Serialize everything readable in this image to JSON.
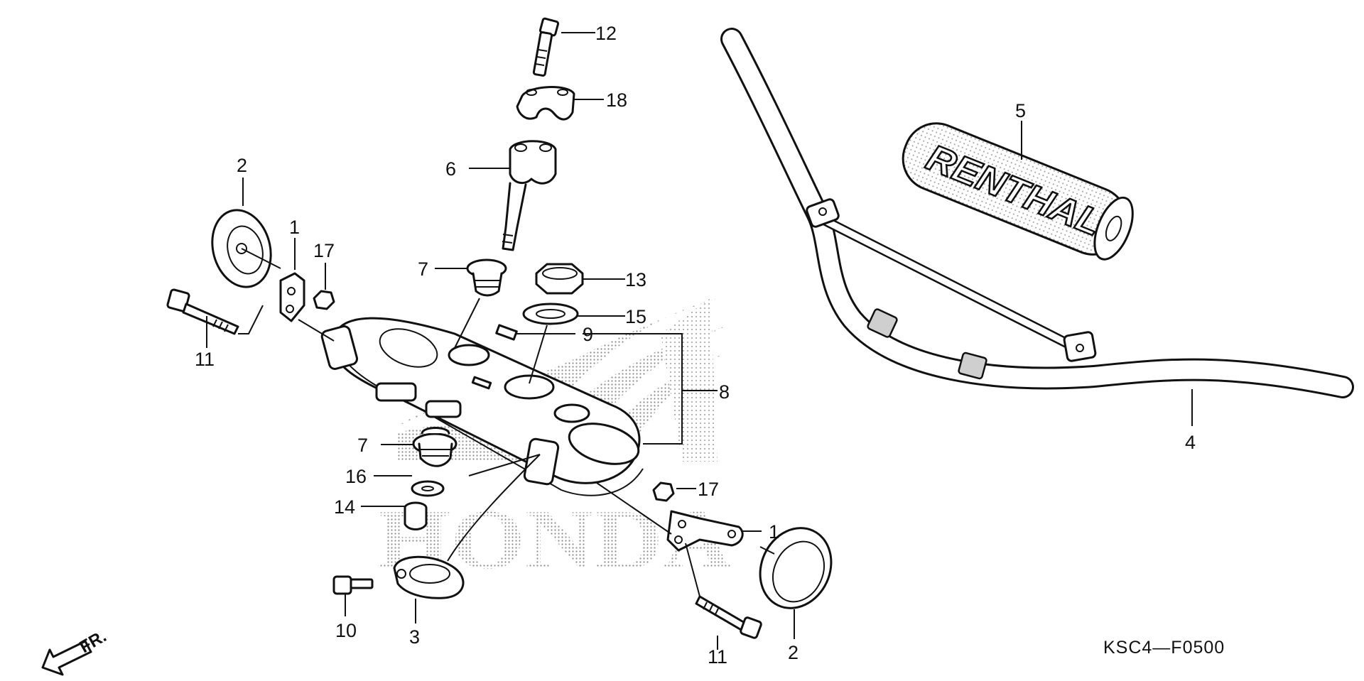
{
  "diagram": {
    "drawing_code": "KSC4—F0500",
    "front_indicator": "FR.",
    "watermark_brand": "HONDA",
    "grip_brand": "RENTHAL",
    "callouts": [
      {
        "id": "c12",
        "label": "12"
      },
      {
        "id": "c18",
        "label": "18"
      },
      {
        "id": "c6",
        "label": "6"
      },
      {
        "id": "c2a",
        "label": "2"
      },
      {
        "id": "c1a",
        "label": "1"
      },
      {
        "id": "c17a",
        "label": "17"
      },
      {
        "id": "c11a",
        "label": "11"
      },
      {
        "id": "c7a",
        "label": "7"
      },
      {
        "id": "c13",
        "label": "13"
      },
      {
        "id": "c15",
        "label": "15"
      },
      {
        "id": "c9",
        "label": "9"
      },
      {
        "id": "c8",
        "label": "8"
      },
      {
        "id": "c7b",
        "label": "7"
      },
      {
        "id": "c16",
        "label": "16"
      },
      {
        "id": "c14",
        "label": "14"
      },
      {
        "id": "c10",
        "label": "10"
      },
      {
        "id": "c3",
        "label": "3"
      },
      {
        "id": "c17b",
        "label": "17"
      },
      {
        "id": "c1b",
        "label": "1"
      },
      {
        "id": "c11b",
        "label": "11"
      },
      {
        "id": "c2b",
        "label": "2"
      },
      {
        "id": "c5",
        "label": "5"
      },
      {
        "id": "c4",
        "label": "4"
      }
    ]
  }
}
